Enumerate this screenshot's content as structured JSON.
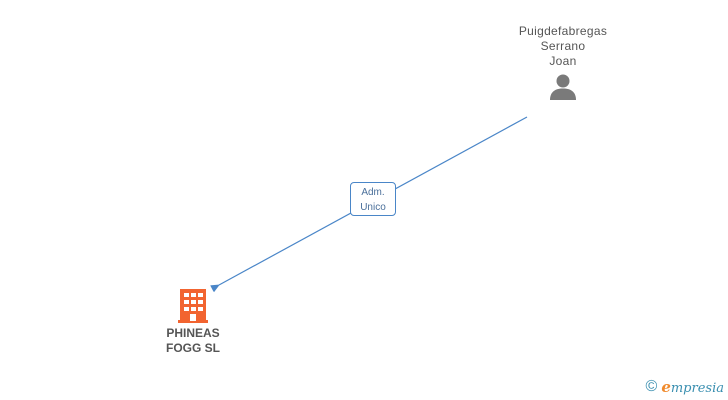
{
  "person": {
    "name_lines": [
      "Puigdefabregas",
      "Serrano",
      "Joan"
    ],
    "icon": "person-icon"
  },
  "company": {
    "name_lines": [
      "PHINEAS",
      "FOGG SL"
    ],
    "icon": "building-icon",
    "color": "#f26430"
  },
  "relation": {
    "label_lines": [
      "Adm.",
      "Unico"
    ],
    "color": "#4a86c8"
  },
  "watermark": {
    "symbol": "©",
    "brand": "mpresia",
    "brand_initial": "e",
    "initial_color": "#f08a2c",
    "brand_color": "#3a8fb0"
  }
}
